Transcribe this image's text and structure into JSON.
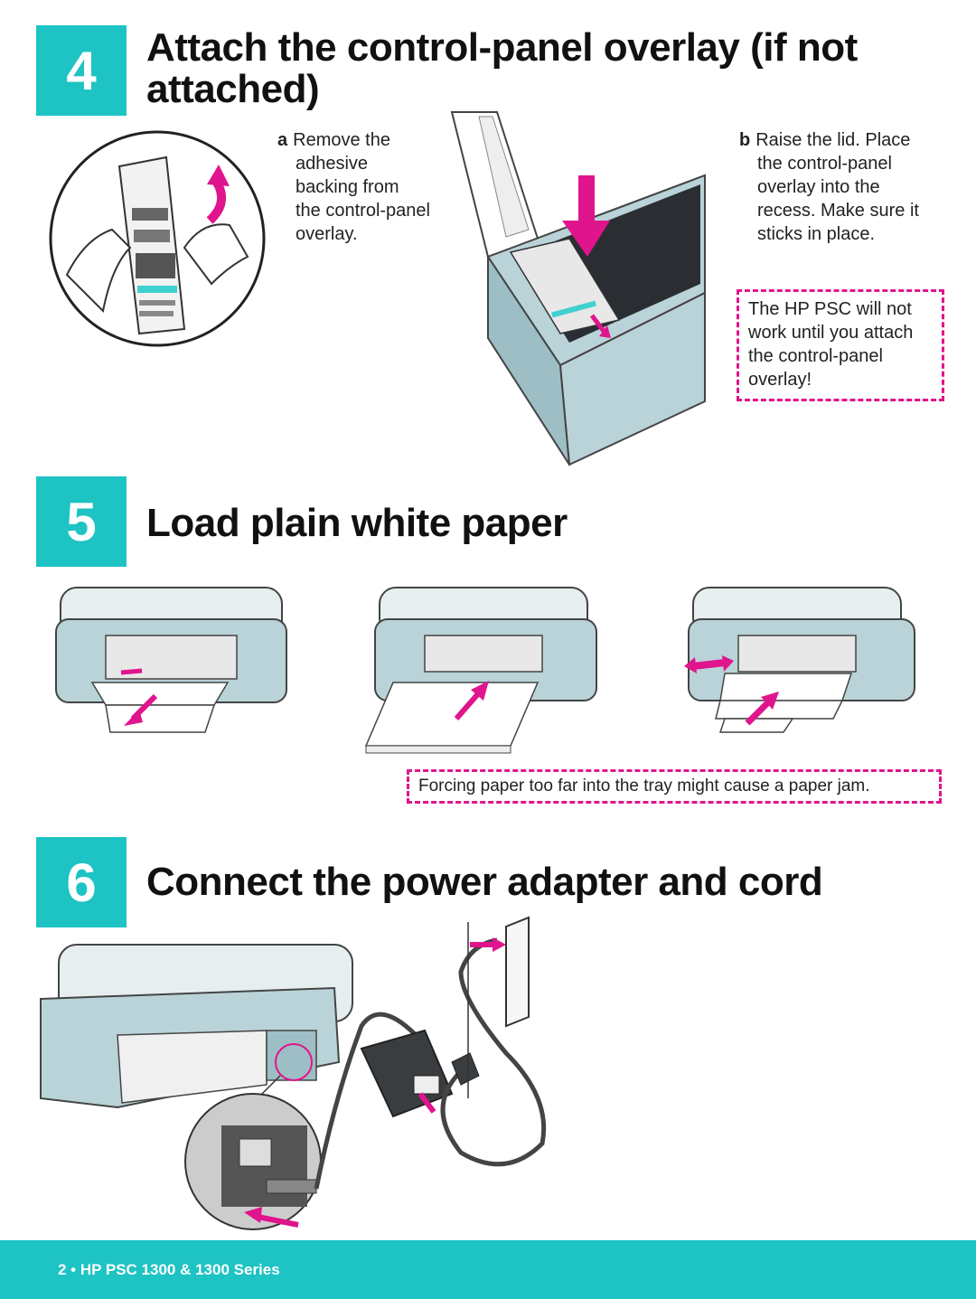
{
  "step4": {
    "number": "4",
    "title_line1": "Attach the control-panel overlay (if not",
    "title_line2": "attached)",
    "a_letter": "a",
    "a_line1": "Remove the",
    "a_line2": "adhesive",
    "a_line3": "backing from",
    "a_line4": "the control-panel",
    "a_line5": "overlay.",
    "b_letter": "b",
    "b_line1": "Raise the lid. Place",
    "b_line2": "the control-panel",
    "b_line3": "overlay into the",
    "b_line4": "recess. Make sure it",
    "b_line5": "sticks in place.",
    "warning_line1": "The HP PSC will not",
    "warning_line2": "work until you attach",
    "warning_line3": "the control-panel",
    "warning_line4": "overlay!"
  },
  "step5": {
    "number": "5",
    "title": "Load plain white paper",
    "warning": "Forcing paper too far into the tray might cause a paper jam."
  },
  "step6": {
    "number": "6",
    "title": "Connect the power adapter and cord"
  },
  "footer": {
    "text": "2 • HP PSC 1300 & 1300 Series"
  },
  "colors": {
    "accent": "#1ec3c3",
    "arrow": "#e0148c",
    "printer_body": "#b9d3d8"
  }
}
